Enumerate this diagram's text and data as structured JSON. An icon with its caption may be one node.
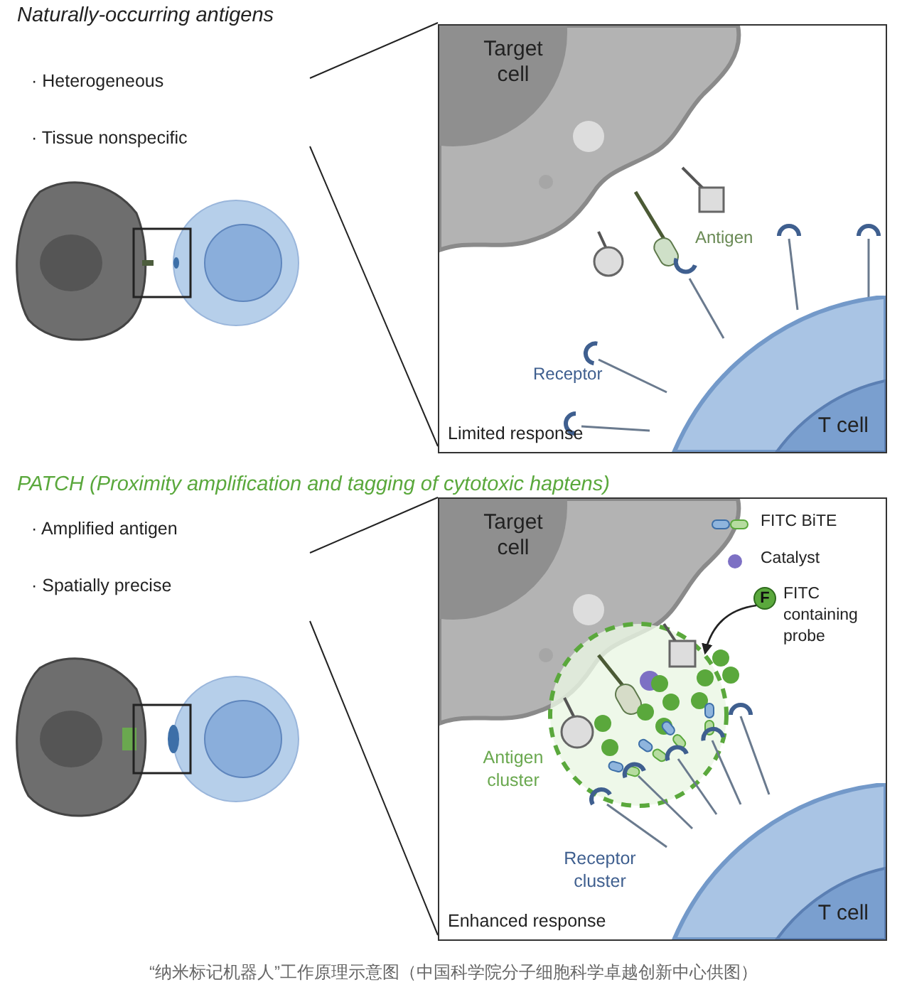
{
  "diagram": {
    "caption": "“纳米标记机器人”工作原理示意图（中国科学院分子细胞科学卓越创新中心供图）",
    "nodes": [
      {
        "text": [
          "Limited response"
        ]
      },
      {
        "text": [
          "Target cell"
        ],
        "in": 0
      },
      {
        "text": [
          "T cell"
        ],
        "in": 0
      },
      {
        "text": [
          "Enhanced response"
        ]
      },
      {
        "text": [
          "Target cell"
        ],
        "in": 3
      },
      {
        "text": [
          "T cell"
        ],
        "in": 3
      },
      {
        "text": [],
        "shape": "circle",
        "in": 3,
        "beside": [
          "Antigen cluster"
        ]
      },
      {
        "text": [
          "F"
        ],
        "in": 3
      }
    ],
    "edges": [
      {
        "from": 7,
        "to": 6,
        "arrow": "to"
      }
    ],
    "labels": [
      "Naturally-occurring antigens",
      "· Heterogeneous",
      "· Tissue nonspecific",
      "Antigen",
      "Receptor",
      "PATCH (Proximity amplification and tagging of cytotoxic haptens)",
      "· Amplified antigen",
      "· Spatially precise",
      "Receptor cluster"
    ],
    "legend": [
      {
        "text": "FITC BiTE"
      },
      {
        "text": "Catalyst",
        "color": "#7d70c4"
      },
      {
        "text": "FITC containing probe"
      }
    ]
  }
}
